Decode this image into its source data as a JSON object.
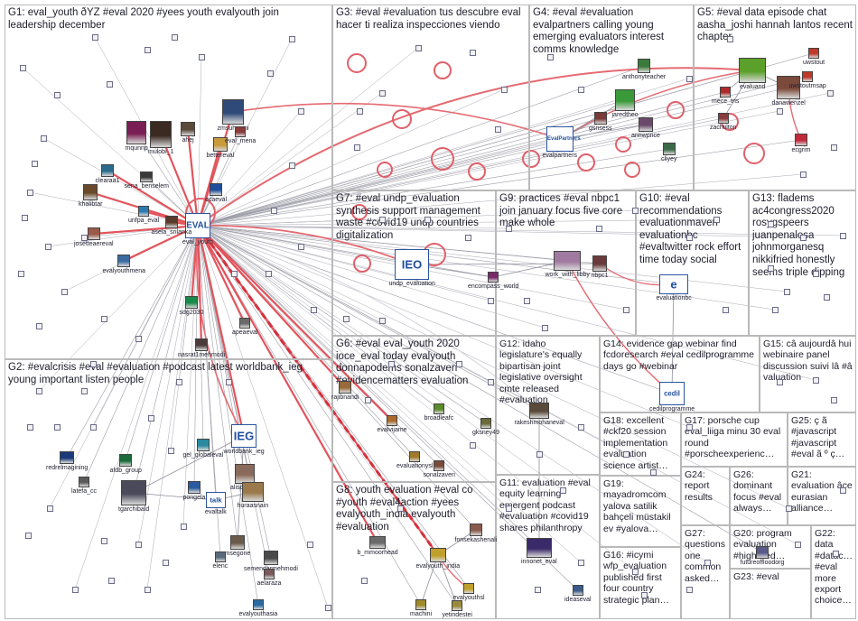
{
  "graph": {
    "groups": [
      {
        "id": "G1",
        "label": "G1: eval_youth ðŸŽ #eval 2020 #yees youth evalyouth join leadership december"
      },
      {
        "id": "G2",
        "label": "G2: #evalcrisis #eval #evaluation #podcast latest worldbank_ieg young important listen people"
      },
      {
        "id": "G3",
        "label": "G3: #eval #evaluation tus descubre eval hacer ti realiza inspecciones viendo"
      },
      {
        "id": "G4",
        "label": "G4: #eval #evaluation evalpartners calling young emerging evaluators interest comms knowledge"
      },
      {
        "id": "G5",
        "label": "G5: #eval data episode chat aasha_joshi hannah lantos recent chapter"
      },
      {
        "id": "G6",
        "label": "G6: #eval eval_youth 2020 ioce_eval today evalyouth donnapodems sonalzaveri #evidencematters evaluation"
      },
      {
        "id": "G7",
        "label": "G7: #eval undp_evaluation synthesis support management waste #covid19 undp countries digitalization"
      },
      {
        "id": "G8",
        "label": "G8: youth evaluation #eval co #youth #eval4action #yees evalyouth_india evalyouth #evaluation"
      },
      {
        "id": "G9",
        "label": "G9: practices #eval nbpc1 join january focus five core make whole"
      },
      {
        "id": "G10",
        "label": "G10: #eval recommendations evaluationmaven evaluationbc #evaltwitter rock effort time today social"
      },
      {
        "id": "G11",
        "label": "G11: evaluation #eval equity learning emergent podcast #evaluation #covid19 shares philanthropy"
      },
      {
        "id": "G12",
        "label": "G12: idaho legislature's equally bipartisan joint legislative oversight cmte released #evaluation"
      },
      {
        "id": "G13",
        "label": "G13: fladems ac4congress2020 rosygspeers juanpenalosa johnmorganesq nikkifried honestly seems triple dipping"
      },
      {
        "id": "G14",
        "label": "G14: evidence gap webinar find fcdoresearch #eval cedilprogramme days go #webinar"
      },
      {
        "id": "G15",
        "label": "G15: câ aujourdâ hui webinaire panel discussion suivi lâ #â valuation"
      },
      {
        "id": "G16",
        "label": "G16: #icymi wfp_evaluation published first four country strategic plan…"
      },
      {
        "id": "G17",
        "label": "G17: porsche cup eval_liiga minu 30 eval round #porscheexperienc…"
      },
      {
        "id": "G18",
        "label": "G18: excellent #ckf20 session implementation evaluation science artist…"
      },
      {
        "id": "G19",
        "label": "G19: mayadromcom yalova satilik bahçeli müstakil ev #yalova…"
      },
      {
        "id": "G20",
        "label": "G20: program evaluation #highered…"
      },
      {
        "id": "G21",
        "label": "G21: evaluation âce eurasian alliance…"
      },
      {
        "id": "G22",
        "label": "G22: data #datac… #eval more export choice…"
      },
      {
        "id": "G23",
        "label": "G23: #eval"
      },
      {
        "id": "G24",
        "label": "G24: report results"
      },
      {
        "id": "G25",
        "label": "G25: ç ã #javascript #javascript #eval ã º ç…"
      },
      {
        "id": "G26",
        "label": "G26: dominant focus #eval always…"
      },
      {
        "id": "G27",
        "label": "G27: questions one common asked…"
      }
    ],
    "nodes": [
      {
        "id": "eval_youth",
        "label": "eval_youth",
        "kind": "logo",
        "text": "EVAL"
      },
      {
        "id": "mulobi_1",
        "label": "mulobi_1",
        "kind": "avatar",
        "color": "#3a2a22"
      },
      {
        "id": "mqunnp",
        "label": "mqunnp",
        "kind": "avatar",
        "color": "#7a1f55"
      },
      {
        "id": "zmsuhuyini",
        "label": "zmsuhuyini",
        "kind": "avatar",
        "color": "#2f4a78"
      },
      {
        "id": "ahej",
        "label": "ahej",
        "kind": "avatar",
        "color": "#5a4a3a"
      },
      {
        "id": "bettereval",
        "label": "bettereval",
        "kind": "avatar",
        "color": "#c99a3a"
      },
      {
        "id": "eval_mena",
        "label": "eval_mena",
        "kind": "avatar",
        "color": "#8a3a3a"
      },
      {
        "id": "clearaa1",
        "label": "clearaa1",
        "kind": "avatar",
        "color": "#2a6a8a"
      },
      {
        "id": "khalibtar",
        "label": "khalibtar",
        "kind": "avatar",
        "color": "#6a4a2a"
      },
      {
        "id": "sena_benselem",
        "label": "sena_benselem",
        "kind": "avatar",
        "color": "#3a3a3a"
      },
      {
        "id": "ecaeval",
        "label": "ecaeval",
        "kind": "avatar",
        "color": "#1f4e9c"
      },
      {
        "id": "josetteaereval",
        "label": "josetteaereval",
        "kind": "avatar",
        "color": "#9a5a4a"
      },
      {
        "id": "unfpa_eval",
        "label": "unfpa_eval",
        "kind": "avatar",
        "color": "#2a7ab0"
      },
      {
        "id": "asela_srilanka",
        "label": "asela_srilanka",
        "kind": "avatar",
        "color": "#5a3a2a"
      },
      {
        "id": "evalyouthmena",
        "label": "evalyouthmena",
        "kind": "avatar",
        "color": "#3a6aa0"
      },
      {
        "id": "sdg2030",
        "label": "sdg2030",
        "kind": "avatar",
        "color": "#1a8a4a"
      },
      {
        "id": "apeaeval",
        "label": "apeaeval",
        "kind": "avatar",
        "color": "#6a6a6a"
      },
      {
        "id": "nasrat1mehmodi",
        "label": "nasrat1mehmodi",
        "kind": "avatar",
        "color": "#4a3a3a"
      },
      {
        "id": "worldbank_ieg",
        "label": "worldbank_ieg",
        "kind": "logo",
        "text": "IEG"
      },
      {
        "id": "alison_ieg",
        "label": "alison_ieg",
        "kind": "avatar",
        "color": "#8a6a5a"
      },
      {
        "id": "huraasnain",
        "label": "huraasnain",
        "kind": "avatar",
        "color": "#9a7a4a"
      },
      {
        "id": "tgarchibald",
        "label": "tgarchibald",
        "kind": "avatar",
        "color": "#4a4a5a"
      },
      {
        "id": "afdb_group",
        "label": "afdb_group",
        "kind": "avatar",
        "color": "#1a6a3a"
      },
      {
        "id": "gel_globaleval",
        "label": "gel_globaleval",
        "kind": "avatar",
        "color": "#2a8aa0"
      },
      {
        "id": "pongela",
        "label": "pongela",
        "kind": "avatar",
        "color": "#2a5aa0"
      },
      {
        "id": "evaltalk",
        "label": "evaltalk",
        "kind": "logo",
        "text": "talk"
      },
      {
        "id": "redrelmagining",
        "label": "redrelmagining",
        "kind": "avatar",
        "color": "#1a3a7a"
      },
      {
        "id": "latefa_cc",
        "label": "latefa_cc",
        "kind": "avatar",
        "color": "#5a5a5a"
      },
      {
        "id": "msegone",
        "label": "msegone",
        "kind": "avatar",
        "color": "#6a5a4a"
      },
      {
        "id": "semendarmehmodi",
        "label": "semendarmehmodi",
        "kind": "avatar",
        "color": "#4a4a4a"
      },
      {
        "id": "aelaraza",
        "label": "aelaraza",
        "kind": "avatar",
        "color": "#7a5a5a"
      },
      {
        "id": "elenc",
        "label": "elenc",
        "kind": "avatar",
        "color": "#5a6a7a"
      },
      {
        "id": "evalyouthasia",
        "label": "evalyouthasia",
        "kind": "avatar",
        "color": "#2a6aa0"
      },
      {
        "id": "undp_evaluation",
        "label": "undp_evaluation",
        "kind": "logo",
        "text": "IEO"
      },
      {
        "id": "encompass_world",
        "label": "encompass_world",
        "kind": "avatar",
        "color": "#7a2a6a"
      },
      {
        "id": "work_with_libby",
        "label": "work_with_libby",
        "kind": "avatar",
        "color": "#a07aa0"
      },
      {
        "id": "nbpc1",
        "label": "nbpc1",
        "kind": "avatar",
        "color": "#6a3a3a"
      },
      {
        "id": "evaluationbc",
        "label": "evaluationbc",
        "kind": "logo",
        "text": "e"
      },
      {
        "id": "anthonyteacher",
        "label": "anthonyteacher",
        "kind": "avatar",
        "color": "#3a7a3a"
      },
      {
        "id": "evalpartners",
        "label": "evalpartners",
        "kind": "logo",
        "text": "EvalPartners"
      },
      {
        "id": "gsnsess",
        "label": "gsnsess",
        "kind": "avatar",
        "color": "#7a3a3a"
      },
      {
        "id": "jaredtheo",
        "label": "jaredtheo",
        "kind": "avatar",
        "color": "#3a9a3a"
      },
      {
        "id": "annwprice",
        "label": "annwprice",
        "kind": "avatar",
        "color": "#6a4a6a"
      },
      {
        "id": "cliyey",
        "label": "cliyey",
        "kind": "avatar",
        "color": "#3a6a4a"
      },
      {
        "id": "evaluand",
        "label": "evaluand",
        "kind": "avatar",
        "color": "#5aa02a"
      },
      {
        "id": "mece_tns",
        "label": "mece_tns",
        "kind": "avatar",
        "color": "#b02a2a"
      },
      {
        "id": "danawenzel",
        "label": "danawenzel",
        "kind": "avatar",
        "color": "#7a4a3a"
      },
      {
        "id": "uwstout",
        "label": "uwstout",
        "kind": "avatar",
        "color": "#c03a2a"
      },
      {
        "id": "uwstoutmsap",
        "label": "uwstoutmsap",
        "kind": "avatar",
        "color": "#c03a2a"
      },
      {
        "id": "zachtilton",
        "label": "zachtilton",
        "kind": "avatar",
        "color": "#8a3a3a"
      },
      {
        "id": "ecgrim",
        "label": "ecgrim",
        "kind": "avatar",
        "color": "#c02a3a"
      },
      {
        "id": "rajibnandi",
        "label": "rajibnandi",
        "kind": "avatar",
        "color": "#9a6a3a"
      },
      {
        "id": "evalvijame",
        "label": "evalvijame",
        "kind": "avatar",
        "color": "#aa6a2a"
      },
      {
        "id": "broadleafc",
        "label": "broadleafc",
        "kind": "avatar",
        "color": "#5a8a2a"
      },
      {
        "id": "gksney49",
        "label": "gksney49",
        "kind": "avatar",
        "color": "#6a6a3a"
      },
      {
        "id": "evaluationysl",
        "label": "evaluationysl",
        "kind": "avatar",
        "color": "#a07a2a"
      },
      {
        "id": "sonalzaveri",
        "label": "sonalzaveri",
        "kind": "avatar",
        "color": "#7a4a3a"
      },
      {
        "id": "b_mmoorhead",
        "label": "b_mmoorhead",
        "kind": "avatar",
        "color": "#6a6a6a"
      },
      {
        "id": "evalyouth_india",
        "label": "evalyouth_india",
        "kind": "avatar",
        "color": "#c0a02a"
      },
      {
        "id": "fonsekashenali",
        "label": "fonsekashenali",
        "kind": "avatar",
        "color": "#8a5a4a"
      },
      {
        "id": "evalyouthsl",
        "label": "evalyouthsl",
        "kind": "avatar",
        "color": "#c0a02a"
      },
      {
        "id": "machini",
        "label": "machini",
        "kind": "avatar",
        "color": "#a08a2a"
      },
      {
        "id": "yetindestei",
        "label": "yetindestei",
        "kind": "avatar",
        "color": "#9a8a3a"
      },
      {
        "id": "rakeshmohaneval",
        "label": "rakeshmohaneval",
        "kind": "avatar",
        "color": "#5a4a3a"
      },
      {
        "id": "cedilprogramme",
        "label": "cedilprogramme",
        "kind": "logo",
        "text": "cedil"
      },
      {
        "id": "innonet_eval",
        "label": "innonet_eval",
        "kind": "avatar",
        "color": "#3a2a6a"
      },
      {
        "id": "ideaseval",
        "label": "ideaseval",
        "kind": "avatar",
        "color": "#3a5a8a"
      },
      {
        "id": "futureoffloodorg",
        "label": "futureoffloodorg",
        "kind": "avatar",
        "color": "#5a5a8a"
      }
    ]
  }
}
